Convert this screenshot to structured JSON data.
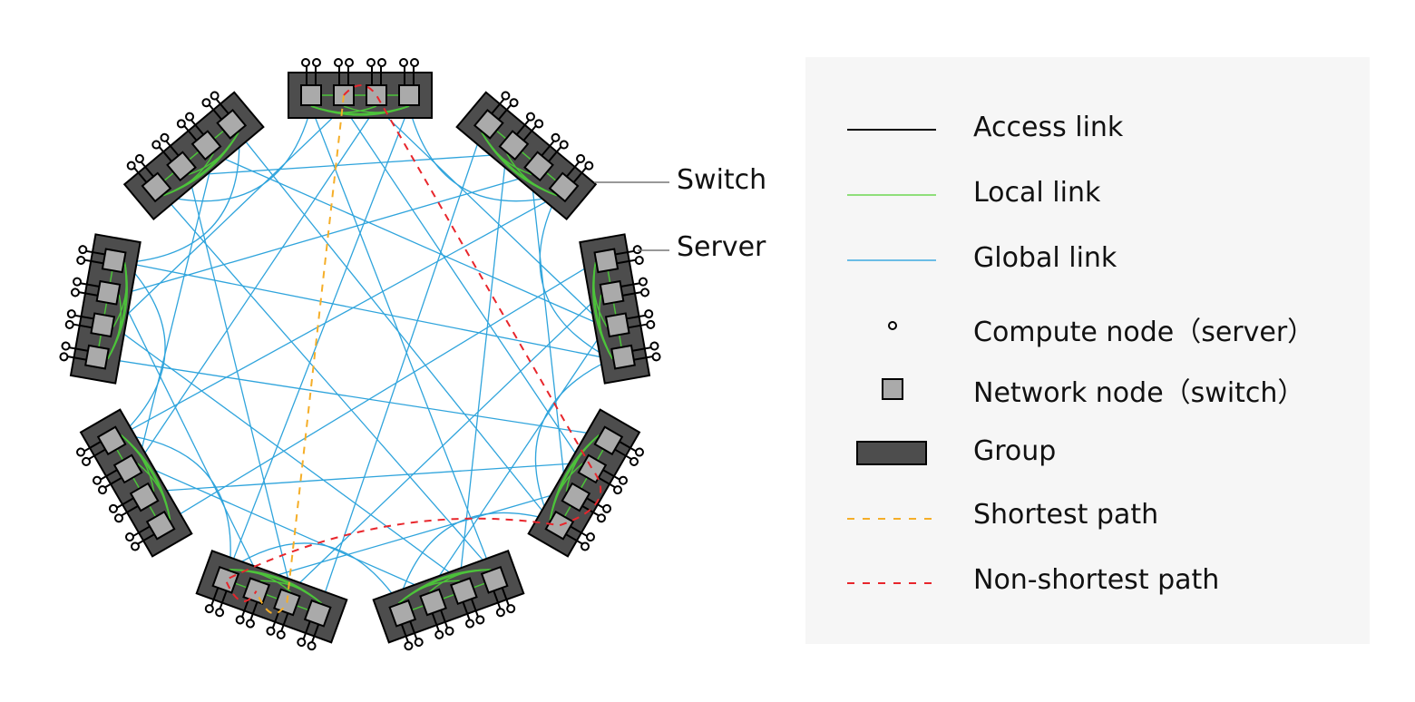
{
  "figure": {
    "title": "Dragonfly network topology",
    "group_count": 9,
    "switches_per_group": 4,
    "servers_per_switch": 2
  },
  "callouts": {
    "switch_label": "Switch",
    "server_label": "Server"
  },
  "colors": {
    "access_link": "#000000",
    "local_link": "#4cc43a",
    "global_link": "#2fa4dc",
    "shortest_path": "#f5ae28",
    "non_shortest_path": "#e8262c",
    "group_fill": "#4d4d4d",
    "switch_fill": "#aaaaaa",
    "legend_bg": "#f6f6f6"
  },
  "legend": {
    "items": [
      {
        "key": "access",
        "label": "Access link",
        "symbol": "line-solid-black"
      },
      {
        "key": "local",
        "label": "Local link",
        "symbol": "line-solid-green"
      },
      {
        "key": "global",
        "label": "Global link",
        "symbol": "line-solid-blue"
      },
      {
        "key": "compute",
        "label": "Compute node（server）",
        "symbol": "small-circle"
      },
      {
        "key": "network",
        "label": "Network node（switch）",
        "symbol": "gray-square"
      },
      {
        "key": "group",
        "label": "Group",
        "symbol": "dark-rectangle"
      },
      {
        "key": "shortest",
        "label": "Shortest path",
        "symbol": "dashed-orange"
      },
      {
        "key": "nonshortest",
        "label": "Non-shortest path",
        "symbol": "dashed-red"
      }
    ]
  },
  "paths": {
    "shortest": {
      "from_group": 0,
      "from_switch": 1,
      "to_group": 5,
      "to_switch": 2
    },
    "non_shortest": {
      "from_group": 0,
      "from_switch": 1,
      "via_groups": [
        3,
        5
      ],
      "to_group": 5,
      "to_switch": 2
    }
  }
}
